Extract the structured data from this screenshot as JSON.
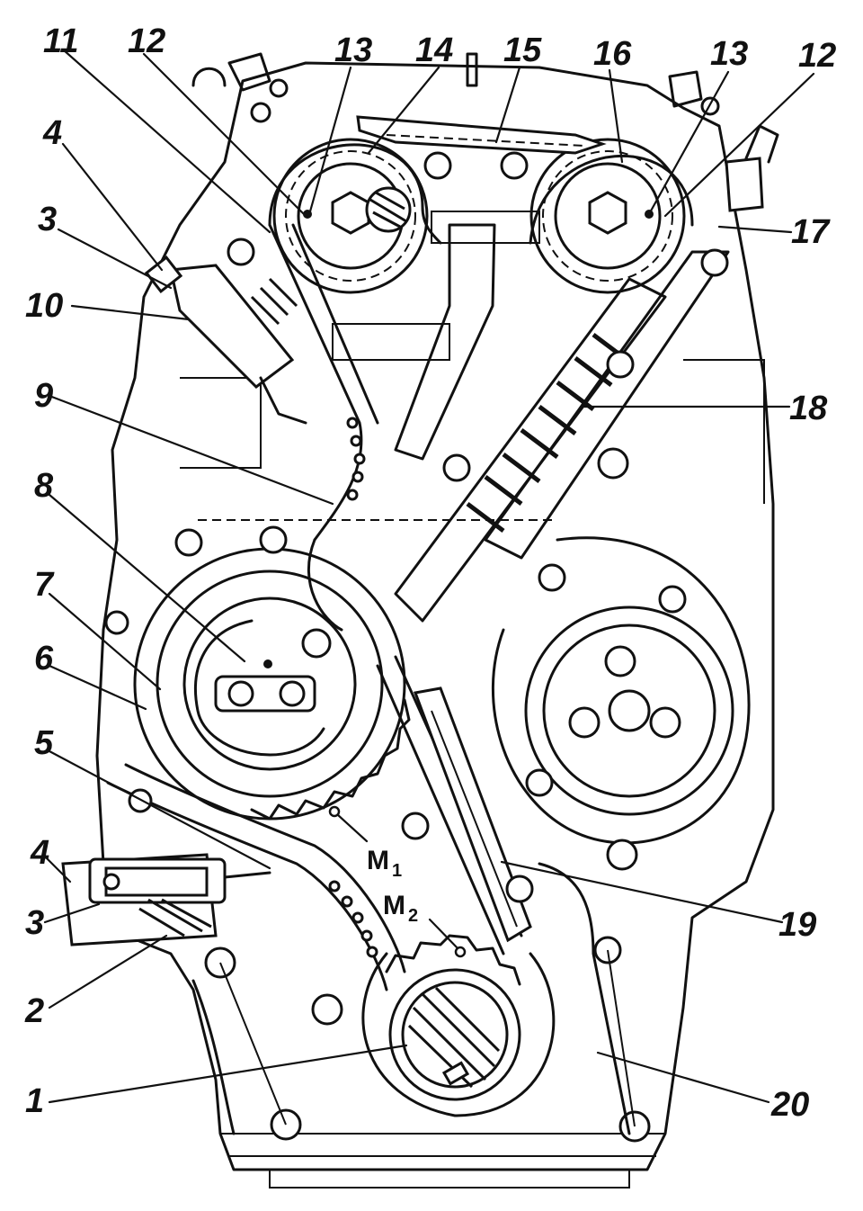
{
  "callouts": [
    {
      "id": "c11a",
      "text": "11"
    },
    {
      "id": "c12a",
      "text": "12"
    },
    {
      "id": "c13a",
      "text": "13"
    },
    {
      "id": "c14",
      "text": "14"
    },
    {
      "id": "c15",
      "text": "15"
    },
    {
      "id": "c16",
      "text": "16"
    },
    {
      "id": "c13b",
      "text": "13"
    },
    {
      "id": "c12b",
      "text": "12"
    },
    {
      "id": "c4a",
      "text": "4"
    },
    {
      "id": "c3a",
      "text": "3"
    },
    {
      "id": "c10",
      "text": "10"
    },
    {
      "id": "c17",
      "text": "17"
    },
    {
      "id": "c9",
      "text": "9"
    },
    {
      "id": "c18",
      "text": "18"
    },
    {
      "id": "c8",
      "text": "8"
    },
    {
      "id": "c7",
      "text": "7"
    },
    {
      "id": "c6",
      "text": "6"
    },
    {
      "id": "c5",
      "text": "5"
    },
    {
      "id": "c4b",
      "text": "4"
    },
    {
      "id": "c3b",
      "text": "3"
    },
    {
      "id": "c2",
      "text": "2"
    },
    {
      "id": "c1",
      "text": "1"
    },
    {
      "id": "c19",
      "text": "19"
    },
    {
      "id": "c20",
      "text": "20"
    }
  ],
  "marks": {
    "m1": {
      "letter": "M",
      "sub": "1"
    },
    "m2": {
      "letter": "M",
      "sub": "2"
    }
  }
}
